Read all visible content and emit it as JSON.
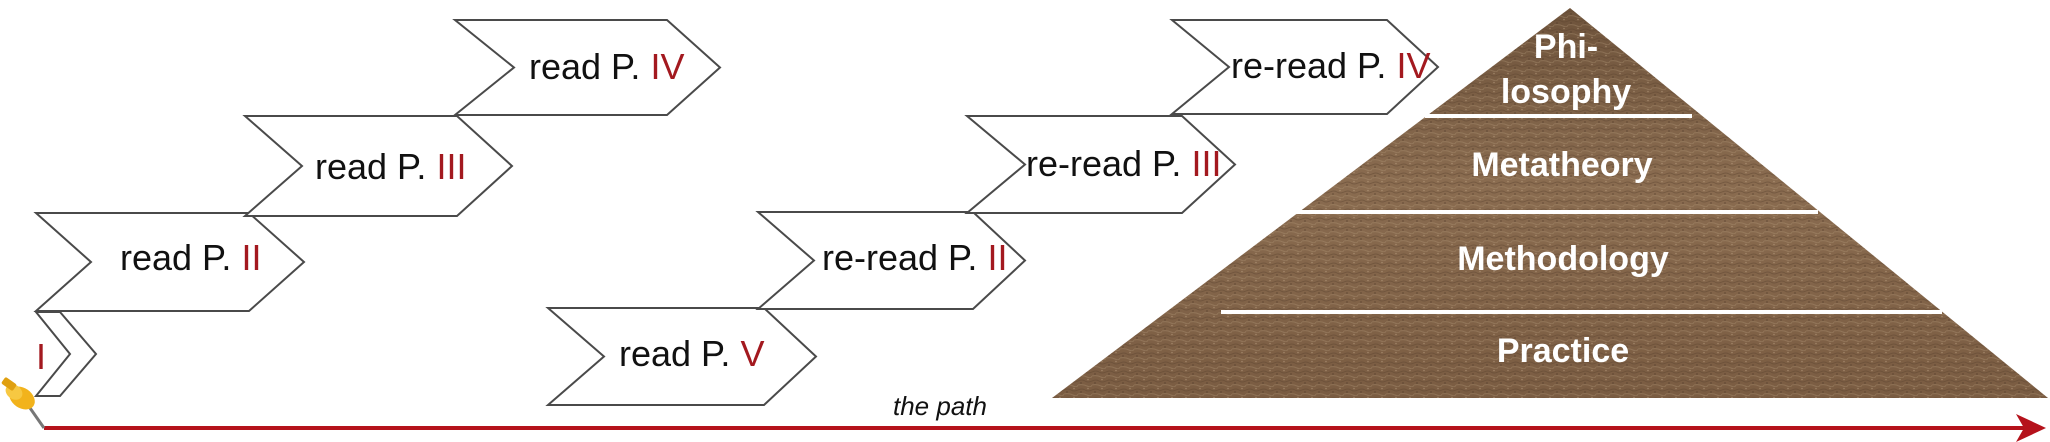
{
  "colors": {
    "roman": "#a3191f",
    "arrow": "#b5121b",
    "chevron_stroke": "#4a4a4a",
    "pyramid_light": "#a1856a",
    "pyramid_dark": "#6e533b",
    "layer_divider": "#ffffff"
  },
  "chevrons": [
    {
      "id": "start",
      "prefix": "",
      "numeral": "I"
    },
    {
      "id": "read-2",
      "prefix": "read P. ",
      "numeral": "II"
    },
    {
      "id": "read-3",
      "prefix": "read P. ",
      "numeral": "III"
    },
    {
      "id": "read-4",
      "prefix": "read P. ",
      "numeral": "IV"
    },
    {
      "id": "read-5",
      "prefix": "read P. ",
      "numeral": "V"
    },
    {
      "id": "reread-2",
      "prefix": "re-read P. ",
      "numeral": "II"
    },
    {
      "id": "reread-3",
      "prefix": "re-read P. ",
      "numeral": "III"
    },
    {
      "id": "reread-4",
      "prefix": "re-read P. ",
      "numeral": "IV"
    }
  ],
  "pyramid": {
    "layers": [
      {
        "label_line1": "Phi-",
        "label_line2": "losophy"
      },
      {
        "label": "Metatheory"
      },
      {
        "label": "Methodology"
      },
      {
        "label": "Practice"
      }
    ]
  },
  "path": {
    "label": "the path"
  },
  "icons": {
    "start_marker": "pushpin-icon",
    "path_arrow": "arrow-right-icon"
  }
}
